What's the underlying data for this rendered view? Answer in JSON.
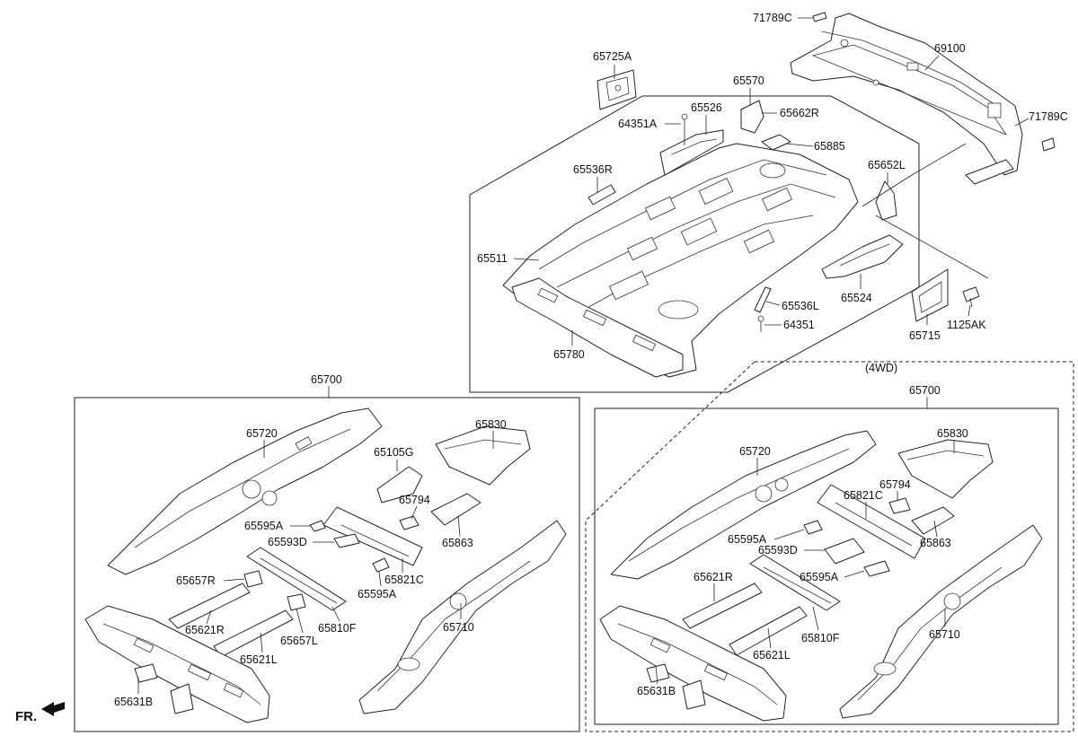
{
  "front_indicator": "FR.",
  "variant_label": "(4WD)",
  "parts": {
    "p71789C_top": "71789C",
    "p69100": "69100",
    "p71789C_right": "71789C",
    "p65725A": "65725A",
    "p65570": "65570",
    "p64351A": "64351A",
    "p65526": "65526",
    "p65662R": "65662R",
    "p65885": "65885",
    "p65536R": "65536R",
    "p65652L": "65652L",
    "p65511": "65511",
    "p65524": "65524",
    "p65536L": "65536L",
    "p64351": "64351",
    "p65715": "65715",
    "p1125AK": "1125AK",
    "p65780": "65780",
    "left_group": {
      "g65700": "65700",
      "g65720": "65720",
      "g65830": "65830",
      "g65105G": "65105G",
      "g65794": "65794",
      "g65595A_1": "65595A",
      "g65593D": "65593D",
      "g65863": "65863",
      "g65821C": "65821C",
      "g65595A_2": "65595A",
      "g65657R": "65657R",
      "g65621R": "65621R",
      "g65810F": "65810F",
      "g65710": "65710",
      "g65657L": "65657L",
      "g65621L": "65621L",
      "g65631B": "65631B"
    },
    "right_group": {
      "g65700": "65700",
      "g65720": "65720",
      "g65830": "65830",
      "g65821C": "65821C",
      "g65794": "65794",
      "g65595A_1": "65595A",
      "g65593D": "65593D",
      "g65863": "65863",
      "g65595A_2": "65595A",
      "g65621R": "65621R",
      "g65810F": "65810F",
      "g65710": "65710",
      "g65621L": "65621L",
      "g65631B": "65631B"
    }
  }
}
